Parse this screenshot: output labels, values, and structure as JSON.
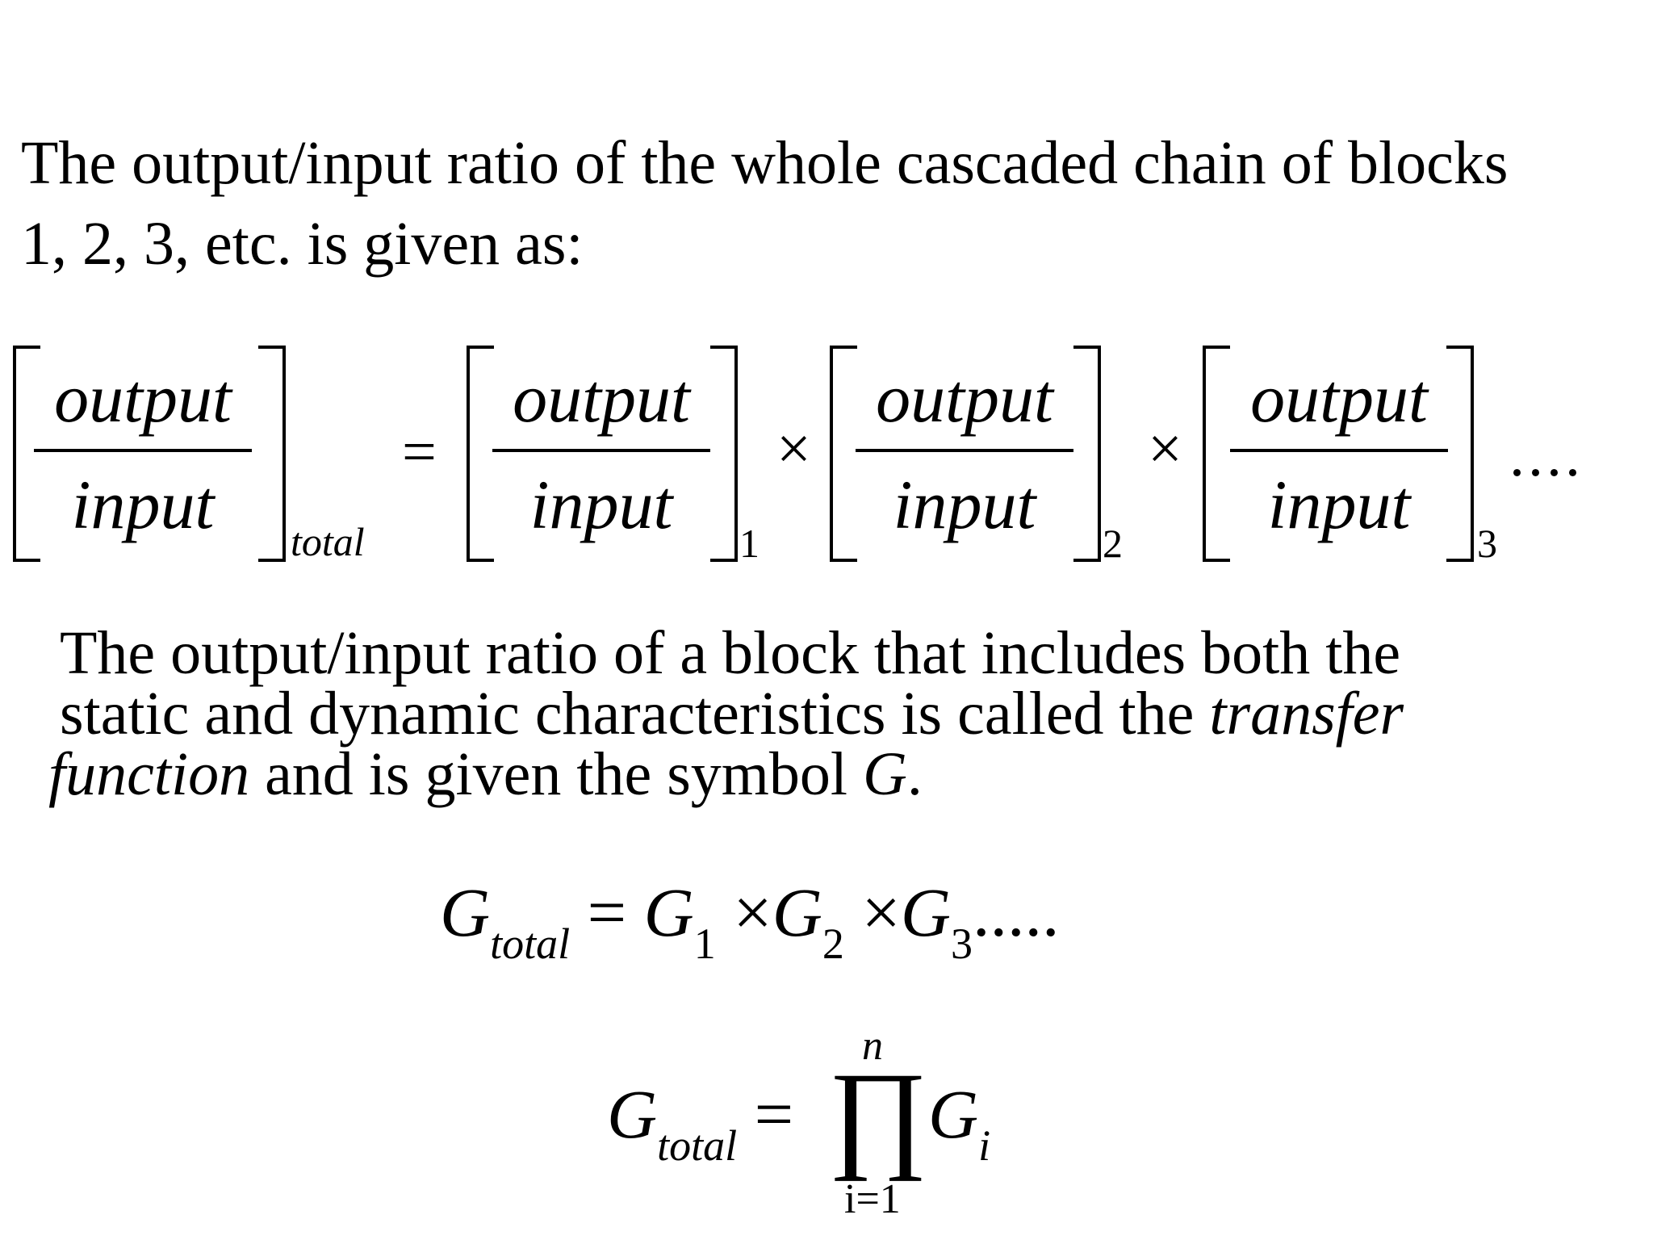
{
  "paragraph1": {
    "line1": "The output/input ratio of the whole cascaded chain of blocks",
    "line2": "1, 2, 3, etc. is given as:"
  },
  "ratio_equation": {
    "numerator": "output",
    "denominator": "input",
    "subscript_total": "total",
    "subscript_1": "1",
    "subscript_2": "2",
    "subscript_3": "3",
    "equals": "=",
    "times": "×",
    "continuation": "...."
  },
  "paragraph2": {
    "line1": "The output/input ratio of a block that includes both the",
    "line2_start": "static and dynamic characteristics is called the ",
    "line2_italic": "transfer",
    "line3_italic": "function",
    "line3_mid": " and is given the symbol ",
    "line3_symbol": "G",
    "line3_end": "."
  },
  "product_equation": {
    "G": "G",
    "sub_total": "total",
    "equals": "=",
    "times": "×",
    "sub_1": "1",
    "sub_2": "2",
    "sub_3": "3",
    "continuation": "....."
  },
  "pi_equation": {
    "G": "G",
    "sub_total": "total",
    "equals": "=",
    "product_symbol": "∏",
    "upper_limit": "n",
    "lower_limit": "i=1",
    "sub_i": "i"
  }
}
